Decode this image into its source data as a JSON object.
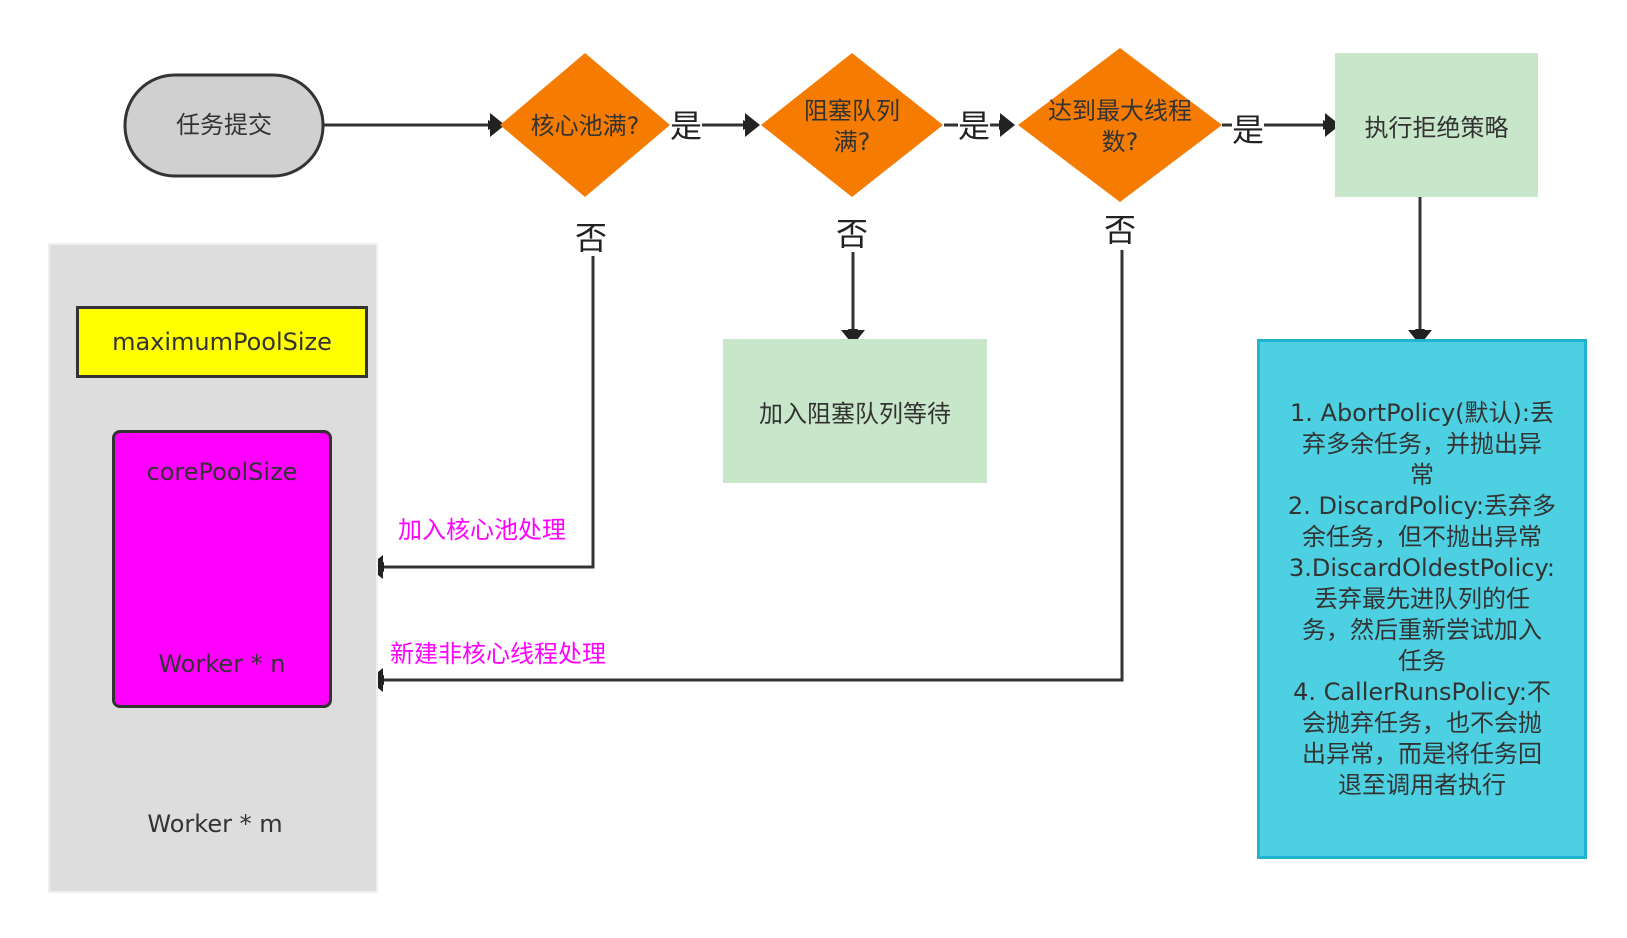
{
  "colors": {
    "start": "#d0d0d0",
    "decision": "#f57c00",
    "action": "#c8e6c9",
    "policy": "#4dd0e1",
    "max_pool": "#ffff00",
    "core_pool": "#ff00ff",
    "pool_bg": "#dddddd",
    "annotation": "#ff00ff"
  },
  "start": {
    "label": "任务提交"
  },
  "decisions": [
    {
      "label": "核心池满?"
    },
    {
      "label": "阻塞队列满?"
    },
    {
      "label": "达到最大线程数?"
    }
  ],
  "yes_labels": [
    "是",
    "是",
    "是"
  ],
  "no_labels": [
    "否",
    "否",
    "否"
  ],
  "actions": {
    "reject": "执行拒绝策略",
    "queue": "加入阻塞队列等待"
  },
  "pool": {
    "maximum": "maximumPoolSize",
    "core": "corePoolSize",
    "core_workers": "Worker * n",
    "max_workers": "Worker * m"
  },
  "annotations": {
    "core_process": "加入核心池处理",
    "new_thread": "新建非核心线程处理"
  },
  "policies": [
    "1. AbortPolicy(默认):丢",
    "弃多余任务，并抛出异",
    "常",
    "2. DiscardPolicy:丢弃多",
    "余任务，但不抛出异常",
    "3.DiscardOldestPolicy:",
    "丢弃最先进队列的任",
    "务，然后重新尝试加入",
    "任务",
    "4. CallerRunsPolicy:不",
    "会抛弃任务，也不会抛",
    "出异常，而是将任务回",
    "退至调用者执行"
  ]
}
